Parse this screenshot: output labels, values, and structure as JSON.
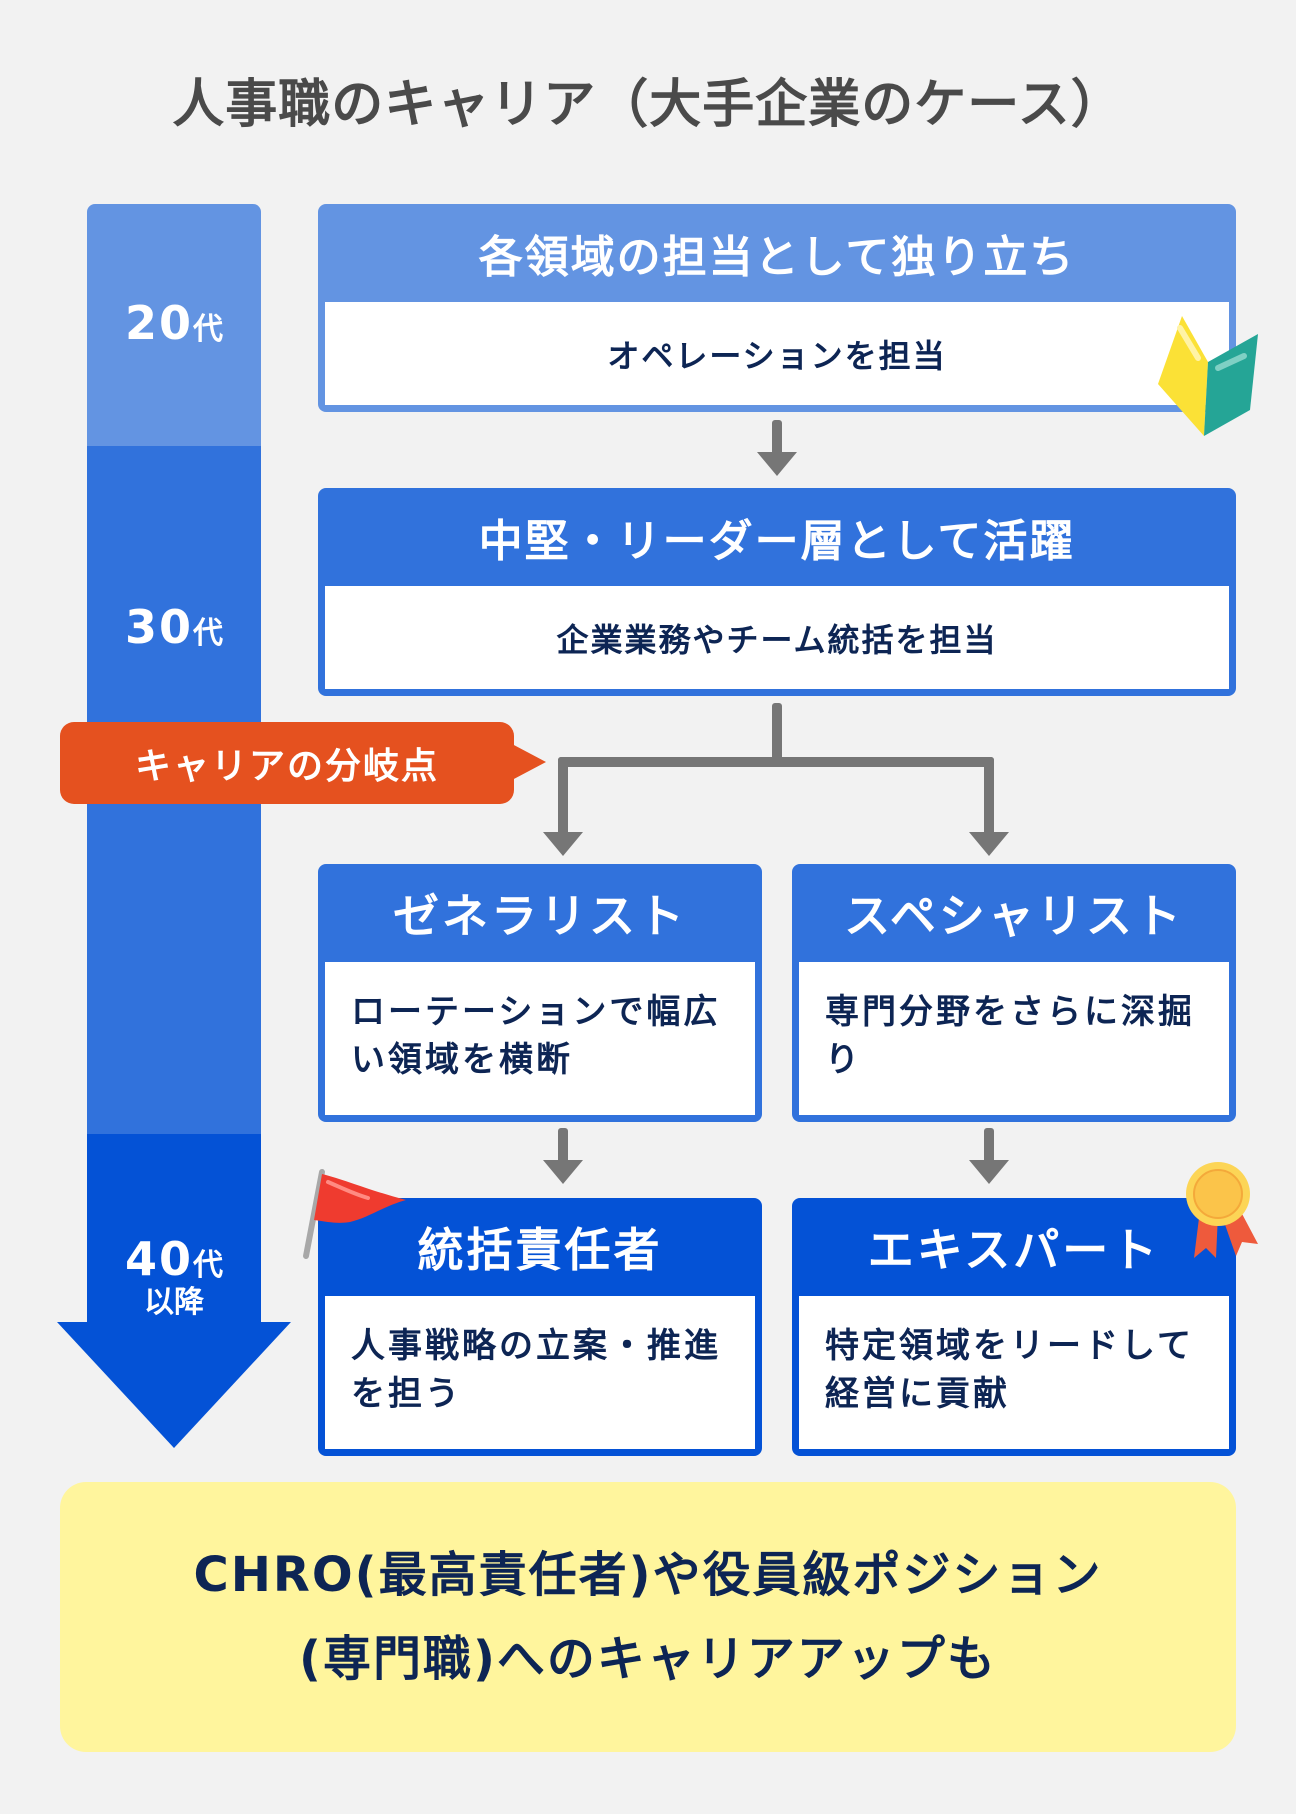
{
  "title": "人事職のキャリア（大手企業のケース）",
  "timeline": {
    "stages": [
      {
        "age": "20",
        "unit": "代",
        "sub": ""
      },
      {
        "age": "30",
        "unit": "代",
        "sub": ""
      },
      {
        "age": "40",
        "unit": "代",
        "sub": "以降"
      }
    ],
    "colors": [
      "#6394e2",
      "#3172dc",
      "#0452d6"
    ]
  },
  "boxes": {
    "stage1": {
      "heading": "各領域の担当として独り立ち",
      "body": "オペレーションを担当",
      "icon": "beginner-mark-icon"
    },
    "stage2": {
      "heading": "中堅・リーダー層として活躍",
      "body": "企業業務やチーム統括を担当"
    },
    "generalist": {
      "heading": "ゼネラリスト",
      "body": "ローテーションで幅広い領域を横断"
    },
    "specialist": {
      "heading": "スペシャリスト",
      "body": "専門分野をさらに深掘り"
    },
    "manager": {
      "heading": "統括責任者",
      "body": "人事戦略の立案・推進を担う",
      "icon": "flag-icon"
    },
    "expert": {
      "heading": "エキスパート",
      "body": "特定領域をリードして経営に貢献",
      "icon": "medal-icon"
    }
  },
  "branch_badge": {
    "label": "キャリアの分岐点",
    "color": "#e5511f"
  },
  "footer": {
    "line1": "CHRO(最高責任者)や役員級ポジション",
    "line2": "(専門職)へのキャリアアップも",
    "background": "#fff59d"
  }
}
